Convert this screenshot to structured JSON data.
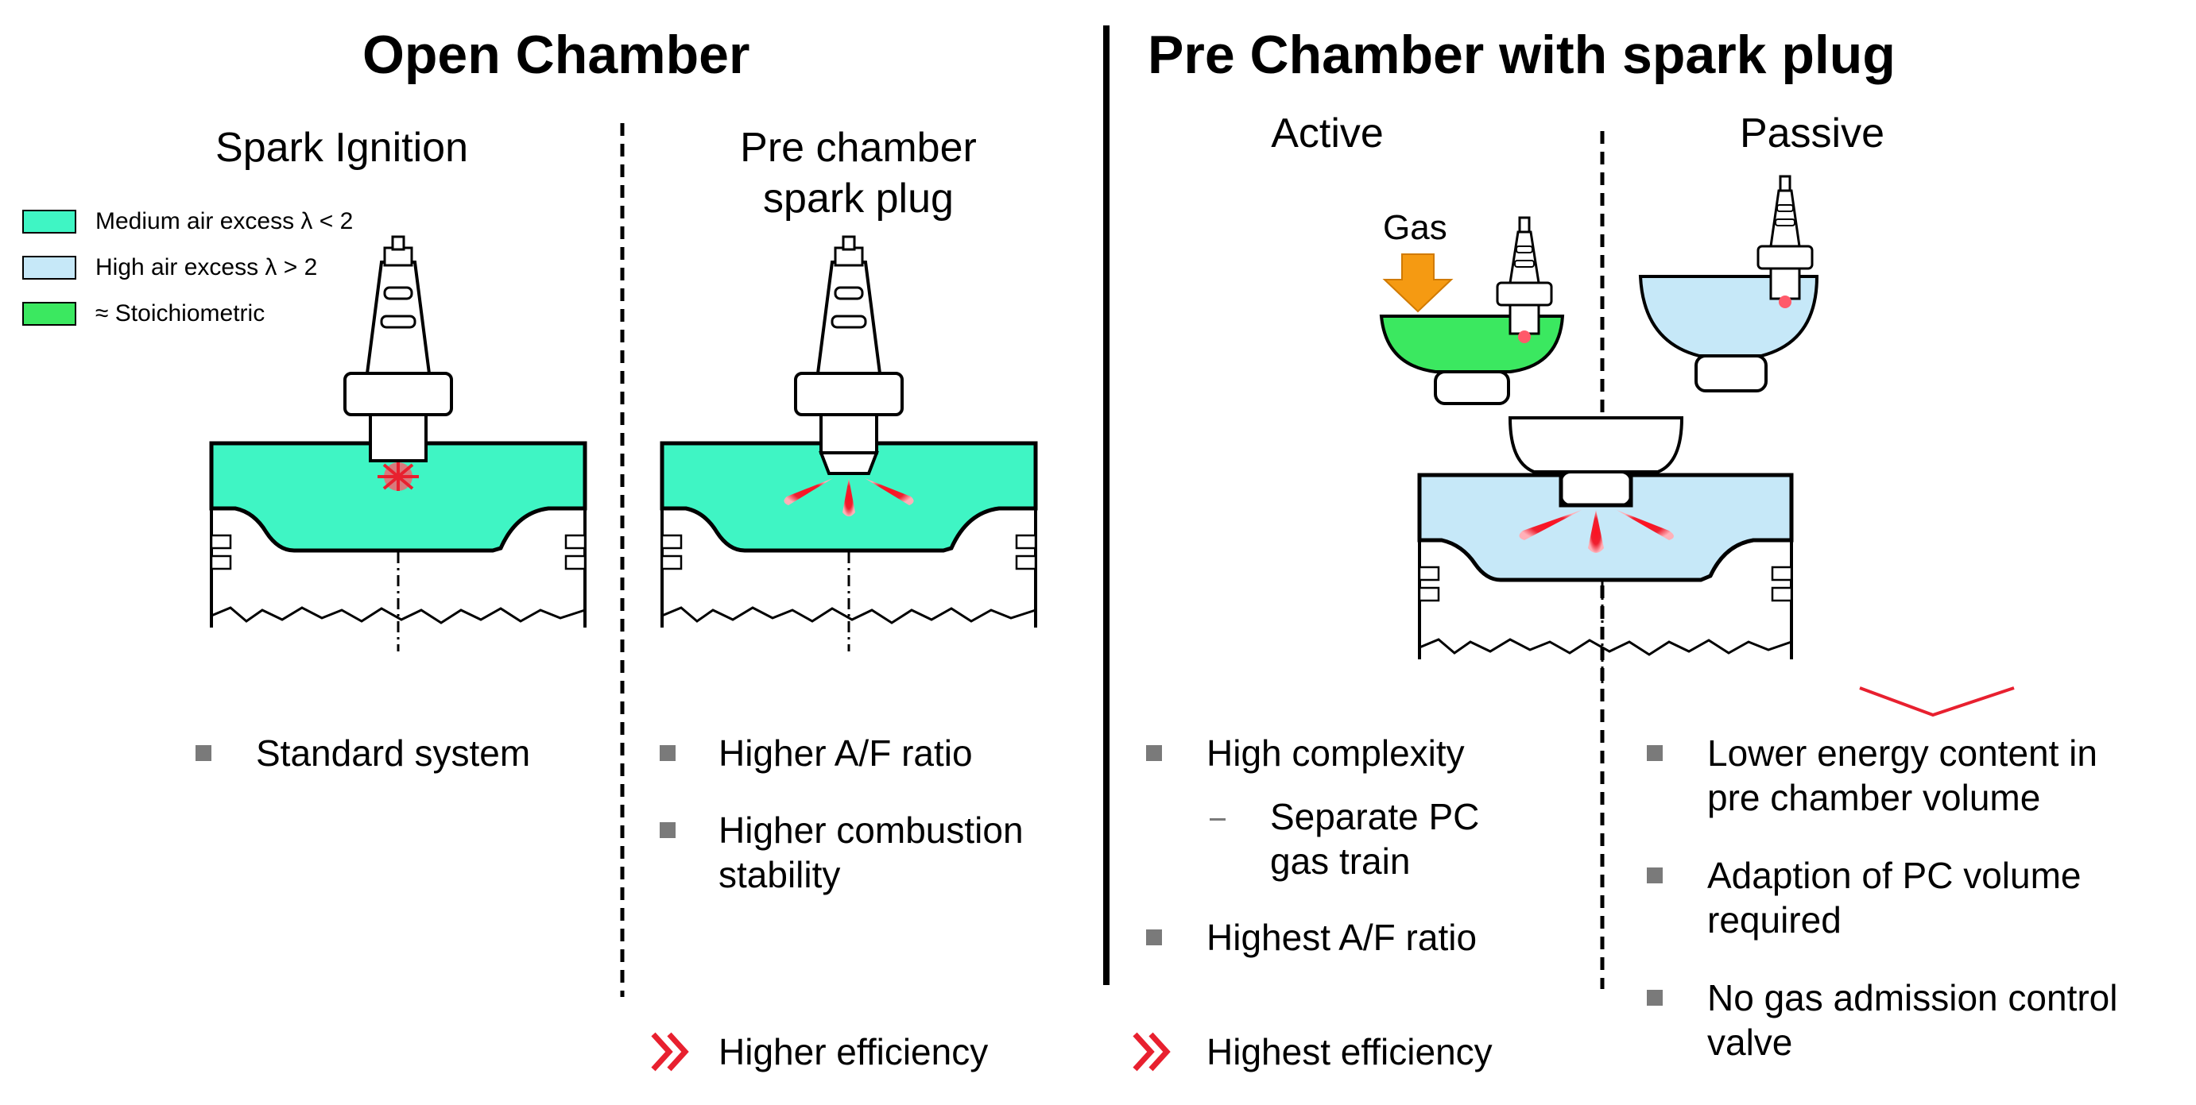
{
  "titles": {
    "open_chamber": "Open Chamber",
    "pre_chamber": "Pre Chamber with spark plug"
  },
  "subtitles": {
    "spark_ignition": "Spark Ignition",
    "pcsp_line1": "Pre chamber",
    "pcsp_line2": "spark plug",
    "active": "Active",
    "passive": "Passive"
  },
  "legend": [
    {
      "label": "Medium air excess λ < 2",
      "color": "#3ff5c4"
    },
    {
      "label": "High air excess λ > 2",
      "color": "#c6e8f8"
    },
    {
      "label": "≈ Stoichiometric",
      "color": "#3be860"
    }
  ],
  "gas_label": "Gas",
  "colors": {
    "medium": "#3ff5c4",
    "high": "#c6e8f8",
    "stoich": "#3be860",
    "accent_red": "#e8202f",
    "gas_arrow": "#f59a12",
    "bullet_gray": "#7a7a7a"
  },
  "bullets": {
    "spark_ignition": [
      "Standard system"
    ],
    "pcsp": [
      {
        "l1": "Higher A/F ratio",
        "l2": ""
      },
      {
        "l1": "Higher combustion",
        "l2": "stability"
      }
    ],
    "active": {
      "b1": "High complexity",
      "sub1": "Separate PC",
      "sub2": "gas train",
      "b2": "Highest A/F ratio"
    },
    "passive": [
      {
        "l1": "Lower energy content in",
        "l2": "pre chamber volume"
      },
      {
        "l1": "Adaption of PC volume",
        "l2": "required"
      },
      {
        "l1": "No gas admission control",
        "l2": "valve"
      }
    ]
  },
  "results": {
    "pcsp": "Higher efficiency",
    "active": "Highest efficiency"
  }
}
